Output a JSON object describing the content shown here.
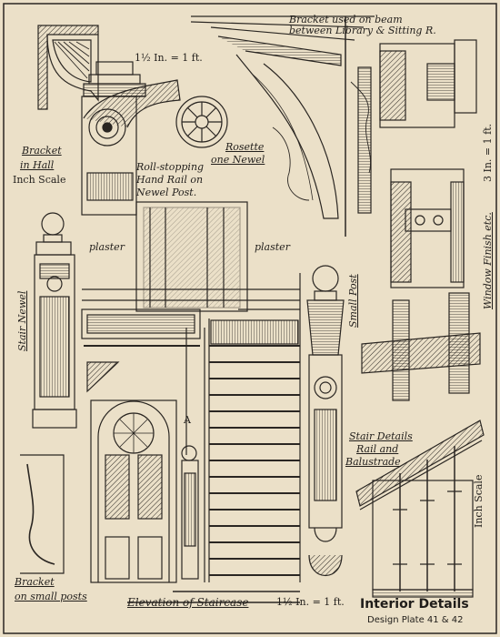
{
  "plate": {
    "title": "Interior Details",
    "subtitle": "Design Plate 41 & 42"
  },
  "labels": {
    "bracket_beam_1": "Bracket used on beam",
    "bracket_beam_2": "between Library & Sitting R.",
    "scale_top": "1½ In. = 1 ft.",
    "bracket_hall_1": "Bracket",
    "bracket_hall_2": "in Hall",
    "inch_scale_left": "Inch Scale",
    "roll_stopping_1": "Roll-stopping",
    "roll_stopping_2": "Hand Rail on",
    "roll_stopping_3": "Newel Post.",
    "rosette_1": "Rosette",
    "rosette_2": "one Newel",
    "plaster_left": "plaster",
    "plaster_right": "plaster",
    "stair_newel": "Stair Newel",
    "small_post": "Small Post",
    "window_finish": "Window Finish etc.",
    "scale_right": "3 In. = 1 ft.",
    "marker_a": "A",
    "stair_details_1": "Stair Details",
    "stair_details_2": "Rail and",
    "stair_details_3": "Balustrade",
    "inch_scale_right": "Inch Scale",
    "bracket_small_1": "Bracket",
    "bracket_small_2": "on small posts",
    "elevation": "Elevation of Staircase",
    "scale_bottom": "1½ In. = 1 ft."
  },
  "colors": {
    "paper": "#ebe0c8",
    "ink": "#2a2622"
  }
}
